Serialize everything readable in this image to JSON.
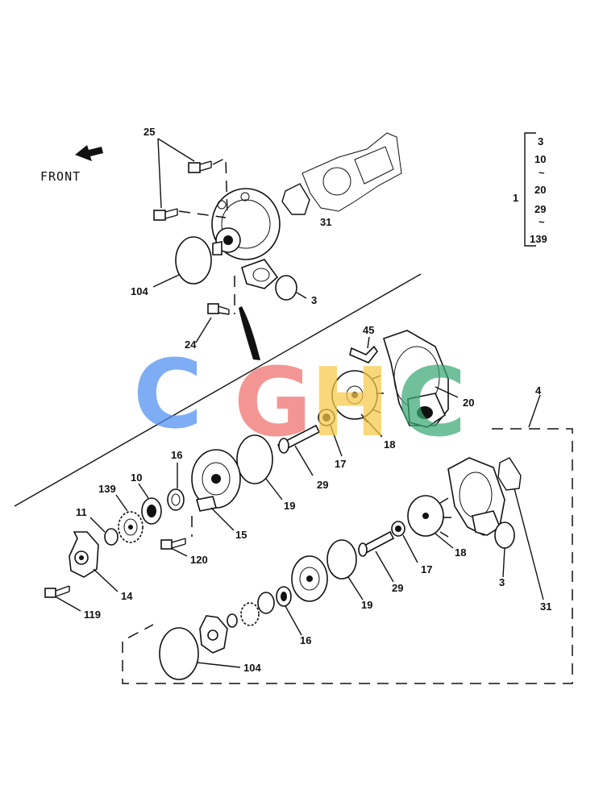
{
  "front_label": "FRONT",
  "bracket": {
    "main": "1",
    "items": [
      "3",
      "10",
      "20",
      "29",
      "139"
    ],
    "tildes": [
      "~",
      "~"
    ]
  },
  "callouts": {
    "c25": "25",
    "c31_top": "31",
    "c104_top": "104",
    "c3_top": "3",
    "c24": "24",
    "c45": "45",
    "c20": "20",
    "c18": "18",
    "c17": "17",
    "c29": "29",
    "c19": "19",
    "c16": "16",
    "c10": "10",
    "c139": "139",
    "c11": "11",
    "c15": "15",
    "c120": "120",
    "c14": "14",
    "c119": "119",
    "c4": "4",
    "c18_kit": "18",
    "c17_kit": "17",
    "c29_kit": "29",
    "c19_kit": "19",
    "c3_kit": "3",
    "c31_kit": "31",
    "c16_kit": "16",
    "c104_kit": "104"
  },
  "watermark": {
    "letters": [
      "C",
      "G",
      "H",
      "C"
    ],
    "colors": [
      "#4d8ef0",
      "#ef6f6a",
      "#f7c948",
      "#3aa876"
    ]
  }
}
